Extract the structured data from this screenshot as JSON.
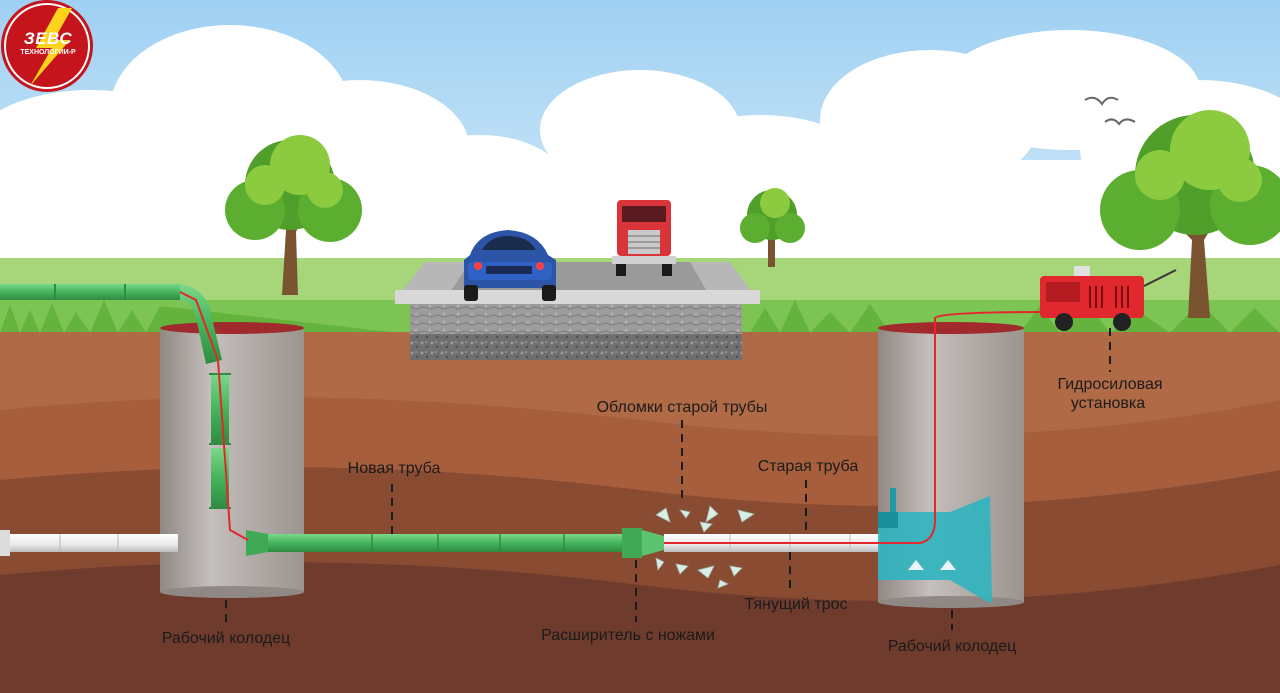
{
  "logo": {
    "name": "ЗЕВС",
    "subtitle": "ТЕХНОЛОГИИ-Р",
    "colors": {
      "ring": "#c5141b",
      "bolt": "#ffd21c"
    }
  },
  "labels": {
    "well_left": "Рабочий колодец",
    "new_pipe": "Новая труба",
    "debris": "Обломки старой трубы",
    "old_pipe": "Старая труба",
    "reamer": "Расширитель с ножами",
    "pulling_cable": "Тянущий трос",
    "well_right": "Рабочий колодец",
    "hydraulic_unit_line1": "Гидросиловая",
    "hydraulic_unit_line2": "установка"
  },
  "colors": {
    "new_pipe": "#4dbf63",
    "old_pipe": "#efefef",
    "cable": "#e2282c",
    "machine": "#2fb4bf",
    "hydraulic_unit": "#e0282e",
    "well": "#b5aeaa"
  }
}
